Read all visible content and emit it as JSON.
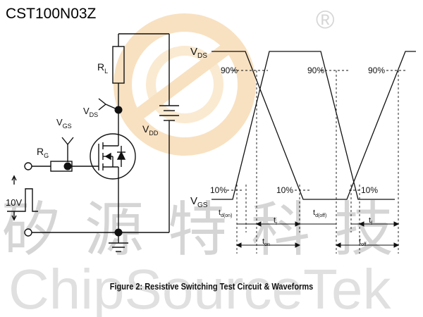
{
  "header": {
    "part_number": "CST100N03Z"
  },
  "caption": "Figure 2: Resistive Switching Test Circuit & Waveforms",
  "circuit": {
    "rl": {
      "main": "R",
      "sub": "L"
    },
    "rg": {
      "main": "R",
      "sub": "G"
    },
    "vgs": {
      "main": "V",
      "sub": "GS"
    },
    "vds": {
      "main": "V",
      "sub": "DS"
    },
    "vdd": {
      "main": "V",
      "sub": "DD"
    },
    "pulse": "10V"
  },
  "waveforms": {
    "vds": {
      "main": "V",
      "sub": "DS"
    },
    "vgs": {
      "main": "V",
      "sub": "GS"
    },
    "pct90": [
      "90%",
      "90%",
      "90%"
    ],
    "pct10": [
      "10%",
      "10%",
      "10%"
    ],
    "td_on": {
      "main": "t",
      "sub": "d(on)"
    },
    "tr": {
      "main": "t",
      "sub": "r"
    },
    "td_off": {
      "main": "t",
      "sub": "d(off)"
    },
    "tf": {
      "main": "t",
      "sub": "f"
    },
    "ton": {
      "main": "t",
      "sub": "on"
    },
    "toff": {
      "main": "t",
      "sub": "off"
    }
  },
  "watermark": {
    "registered": "®",
    "chinese": "矽源特科技",
    "english": "ChipSourceTek",
    "logo_color": "#f4c98f"
  }
}
